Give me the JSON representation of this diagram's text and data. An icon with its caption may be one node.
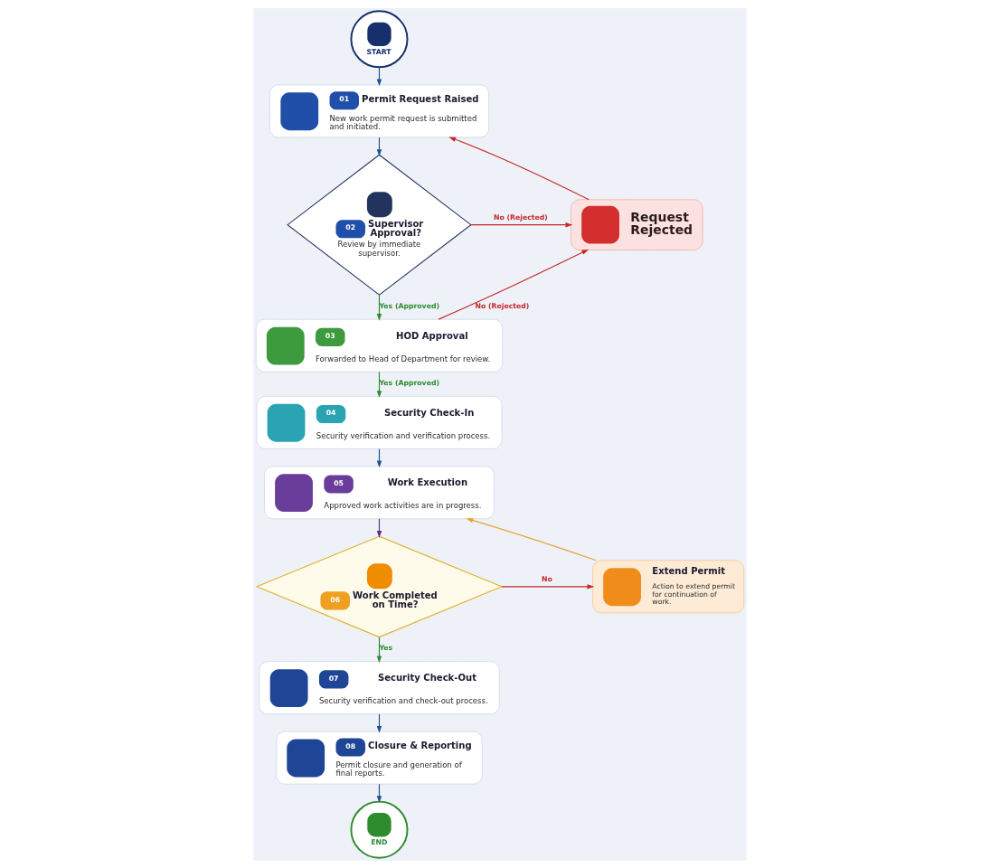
{
  "diagram": {
    "nodes": [
      {
        "text": [
          "START"
        ]
      },
      {
        "text": [
          "01",
          "Permit Request Raised",
          "New work permit request is submitted and initiated."
        ]
      },
      {
        "text": [
          "02",
          "Supervisor Approval?",
          "Review by immediate supervisor."
        ]
      },
      {
        "text": [
          "Request Rejected"
        ]
      },
      {
        "text": [
          "03",
          "HOD Approval",
          "Forwarded to Head of Department for review."
        ]
      },
      {
        "text": [
          "04",
          "Security Check-In",
          "Security verification and verification process."
        ]
      },
      {
        "text": [
          "05",
          "Work Execution",
          "Approved work activities are in progress."
        ]
      },
      {
        "text": [
          "06",
          "Work Completed on Time?"
        ]
      },
      {
        "text": [
          "Extend Permit",
          "Action to extend permit for continuation of work."
        ]
      },
      {
        "text": [
          "07",
          "Security Check-Out",
          "Security verification and check-out process."
        ]
      },
      {
        "text": [
          "08",
          "Closure & Reporting",
          "Permit closure and generation of final reports."
        ]
      },
      {
        "text": [
          "END"
        ]
      }
    ],
    "edges": [
      {
        "from": 0,
        "to": 1,
        "arrow": "to"
      },
      {
        "from": 1,
        "to": 2,
        "arrow": "to"
      },
      {
        "from": 2,
        "to": 3,
        "arrow": "to",
        "label": "No (Rejected)",
        "color": "#c62828"
      },
      {
        "from": 3,
        "to": 1,
        "arrow": "to",
        "color": "#c62828"
      },
      {
        "from": 2,
        "to": 4,
        "arrow": "to",
        "label": "Yes (Approved)",
        "color": "#2e8b2e"
      },
      {
        "from": 4,
        "to": 3,
        "arrow": "to",
        "label": "No (Rejected)",
        "color": "#c62828"
      },
      {
        "from": 4,
        "to": 5,
        "arrow": "to",
        "label": "Yes (Approved)",
        "color": "#2e8b2e"
      },
      {
        "from": 5,
        "to": 6,
        "arrow": "to"
      },
      {
        "from": 6,
        "to": 7,
        "arrow": "to",
        "color": "#5b2d8e"
      },
      {
        "from": 7,
        "to": 8,
        "arrow": "to",
        "label": "No",
        "color": "#c62828"
      },
      {
        "from": 8,
        "to": 6,
        "arrow": "to",
        "color": "#e8a33d"
      },
      {
        "from": 7,
        "to": 9,
        "arrow": "to",
        "label": "Yes",
        "color": "#2e8b2e"
      },
      {
        "from": 9,
        "to": 10,
        "arrow": "to"
      },
      {
        "from": 10,
        "to": 11,
        "arrow": "to"
      }
    ]
  }
}
